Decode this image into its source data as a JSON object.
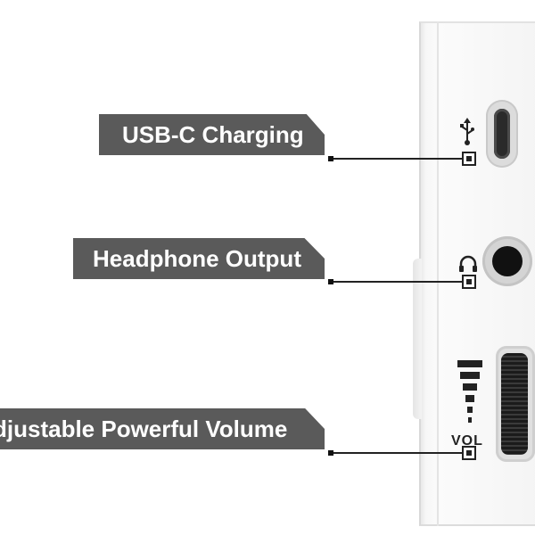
{
  "callouts": {
    "usb": {
      "label": "USB-C Charging",
      "icon": "usb-icon"
    },
    "headphone": {
      "label": "Headphone Output",
      "icon": "headphone-icon"
    },
    "volume": {
      "label": "djustable Powerful Volume",
      "icon": "volume-bars-icon",
      "marking": "VOL"
    }
  },
  "colors": {
    "tag_background": "#5a5a5a",
    "tag_text": "#ffffff",
    "leader_line": "#222222",
    "device_body": "#f7f7f7"
  }
}
